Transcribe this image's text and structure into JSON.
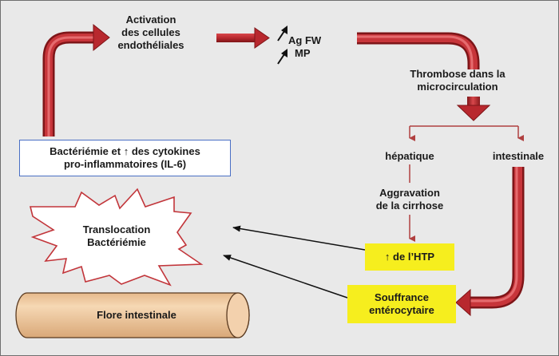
{
  "colors": {
    "background": "#e9e9e9",
    "arrow_red": "#b8282e",
    "connector": "#b04040",
    "highlight_yellow": "#f6ee1e",
    "box_border_blue": "#4a6fc4",
    "tube_fill": "#f2cfa6"
  },
  "nodes": {
    "activation": [
      "Activation",
      "des cellules",
      "endothéliales"
    ],
    "ag_fw": "Ag FW",
    "mp": "MP",
    "thrombose": [
      "Thrombose dans la",
      "microcirculation"
    ],
    "hepatique": "hépatique",
    "intestinale": "intestinale",
    "aggravation": [
      "Aggravation",
      "de la cirrhose"
    ],
    "htp": "de l’HTP",
    "souffrance": [
      "Souffrance",
      "entérocytaire"
    ],
    "bacteriemie_box": {
      "line1_before": "Bactériémie et",
      "line1_after": "des cytokines",
      "line2": "pro-inflammatoires (IL-6)"
    },
    "translocation": [
      "Translocation",
      "Bactériémie"
    ],
    "flore": "Flore intestinale"
  },
  "icons": [
    "up-arrow-icon",
    "up-right-arrow-icon",
    "starburst-shape",
    "cylinder-shape"
  ]
}
